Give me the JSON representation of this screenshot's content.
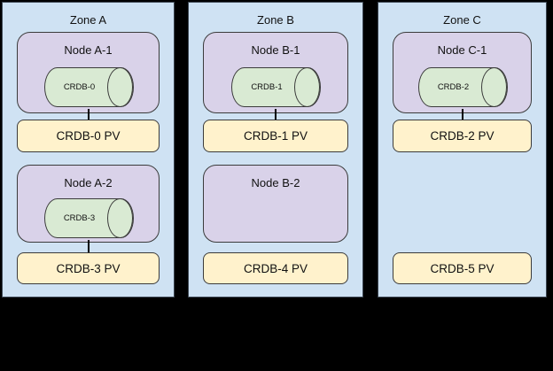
{
  "colors": {
    "zone_fill": "#cfe2f3",
    "node_fill": "#d9d2e9",
    "pod_fill": "#d9ead3",
    "pv_fill": "#fff2cc",
    "shape_border": "#3b3b3b",
    "zone_border": "#3d4753",
    "background": "#000000"
  },
  "zones": [
    {
      "label": "Zone A",
      "nodes": [
        {
          "label": "Node A-1",
          "pod": "CRDB-0"
        },
        {
          "label": "Node A-2",
          "pod": "CRDB-3"
        }
      ],
      "pvs": [
        "CRDB-0 PV",
        "CRDB-3 PV"
      ]
    },
    {
      "label": "Zone B",
      "nodes": [
        {
          "label": "Node B-1",
          "pod": "CRDB-1"
        },
        {
          "label": "Node B-2"
        }
      ],
      "pvs": [
        "CRDB-1 PV",
        "CRDB-4 PV"
      ]
    },
    {
      "label": "Zone C",
      "nodes": [
        {
          "label": "Node C-1",
          "pod": "CRDB-2"
        }
      ],
      "pvs": [
        "CRDB-2 PV",
        "CRDB-5 PV"
      ]
    }
  ]
}
